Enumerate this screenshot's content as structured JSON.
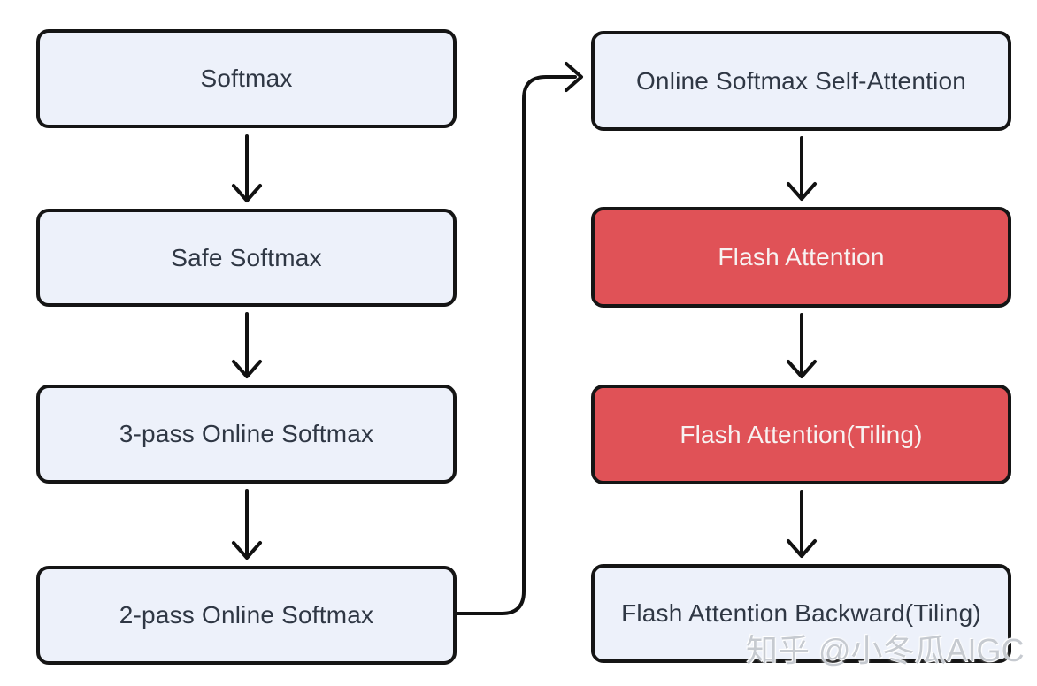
{
  "diagram": {
    "type": "flowchart",
    "nodes": {
      "left": [
        {
          "id": "softmax",
          "label": "Softmax",
          "variant": "blue"
        },
        {
          "id": "safe-softmax",
          "label": "Safe Softmax",
          "variant": "blue"
        },
        {
          "id": "3-pass-online-softmax",
          "label": "3-pass Online Softmax",
          "variant": "blue"
        },
        {
          "id": "2-pass-online-softmax",
          "label": "2-pass Online Softmax",
          "variant": "blue"
        }
      ],
      "right": [
        {
          "id": "online-softmax-self-attention",
          "label": "Online Softmax Self-Attention",
          "variant": "blue"
        },
        {
          "id": "flash-attention",
          "label": "Flash Attention",
          "variant": "red"
        },
        {
          "id": "flash-attention-tiling",
          "label": "Flash Attention(Tiling)",
          "variant": "red"
        },
        {
          "id": "flash-attention-backward-tiling",
          "label": "Flash Attention Backward(Tiling)",
          "variant": "blue"
        }
      ]
    },
    "edges": [
      {
        "from": "softmax",
        "to": "safe-softmax",
        "style": "straight-down"
      },
      {
        "from": "safe-softmax",
        "to": "3-pass-online-softmax",
        "style": "straight-down"
      },
      {
        "from": "3-pass-online-softmax",
        "to": "2-pass-online-softmax",
        "style": "straight-down"
      },
      {
        "from": "2-pass-online-softmax",
        "to": "online-softmax-self-attention",
        "style": "curved-right-up"
      },
      {
        "from": "online-softmax-self-attention",
        "to": "flash-attention",
        "style": "straight-down"
      },
      {
        "from": "flash-attention",
        "to": "flash-attention-tiling",
        "style": "straight-down"
      },
      {
        "from": "flash-attention-tiling",
        "to": "flash-attention-backward-tiling",
        "style": "straight-down"
      }
    ],
    "colors": {
      "background": "#FFFFFF",
      "node_fill_light": "#EDF1FA",
      "node_fill_highlight": "#E05257",
      "node_border": "#151515",
      "text_dark": "#2F3744",
      "text_light": "#F7F2F1",
      "arrow": "#111111",
      "watermark": "#C6CAD0"
    },
    "watermark": {
      "text": "知乎 @小冬瓜AIGC"
    }
  }
}
